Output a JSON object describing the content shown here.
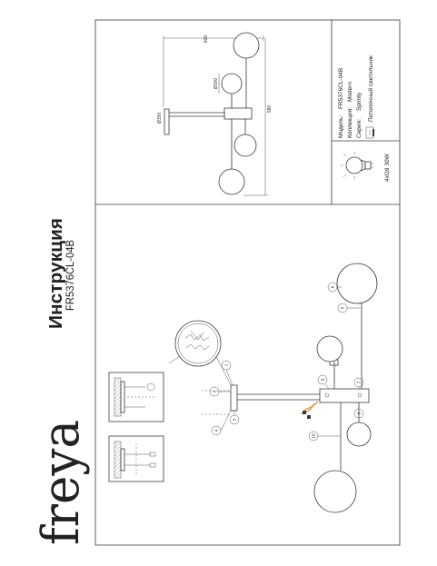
{
  "brand": {
    "logo": "freya"
  },
  "header": {
    "title": "Инструкция",
    "model": "FR5376CL-04B"
  },
  "specs": {
    "model_label": "Модель:",
    "model_value": "FR5376CL-04B",
    "collection_label": "Коллекция:",
    "collection_value": "Modern",
    "series_label": "Серия:",
    "series_value": "Sprinty",
    "type": "Потолочный светильник",
    "bulb": "4xG9 30W"
  },
  "dimensions": [
    "600",
    "580",
    "Ø100",
    "Ø150"
  ],
  "callouts": [
    "1",
    "2",
    "3",
    "4",
    "5",
    "6",
    "7",
    "8",
    "9",
    "10"
  ],
  "icons": {
    "bulb": "light-bulb-icon",
    "type": "ceiling-lamp-icon"
  },
  "colors": {
    "line": "#3a3a3a",
    "wire": "#d9a24a"
  }
}
